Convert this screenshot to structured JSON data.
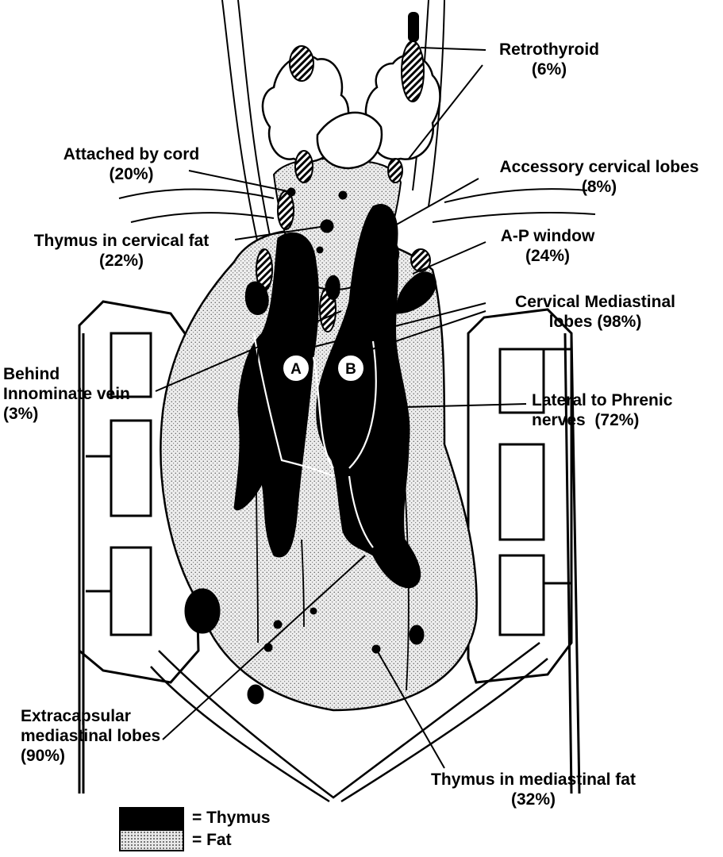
{
  "figure": {
    "labels": {
      "retrothyroid": {
        "name": "Retrothyroid",
        "pct": "(6%)"
      },
      "attached_by_cord": {
        "name": "Attached by cord",
        "pct": "(20%)"
      },
      "accessory_cervical_lobes": {
        "name": "Accessory cervical lobes",
        "pct": "(8%)"
      },
      "thymus_in_cervical_fat": {
        "name": "Thymus in cervical fat",
        "pct": "(22%)"
      },
      "ap_window": {
        "name": "A-P window",
        "pct": "(24%)"
      },
      "cervical_mediastinal_lobes": {
        "line1": "Cervical Mediastinal",
        "line2": "lobes (98%)"
      },
      "behind_innominate_vein": {
        "line1": "Behind",
        "line2": "Innominate vein",
        "line3": "(3%)"
      },
      "lateral_to_phrenic_nerves": {
        "line1": "Lateral to Phrenic",
        "line2": "nerves",
        "pct": "(72%)"
      },
      "extracapsular_mediastinal_lobes": {
        "line1": "Extracapsular",
        "line2": "mediastinal lobes",
        "line3": "(90%)"
      },
      "thymus_in_mediastinal_fat": {
        "name": "Thymus in mediastinal fat",
        "pct": "(32%)"
      }
    },
    "lobe_markers": {
      "a": "A",
      "b": "B"
    },
    "legend": {
      "thymus": "= Thymus",
      "fat": "= Fat"
    },
    "colors": {
      "thymus": "#000000",
      "fat": "#e6e6e6",
      "line": "#000000"
    }
  }
}
